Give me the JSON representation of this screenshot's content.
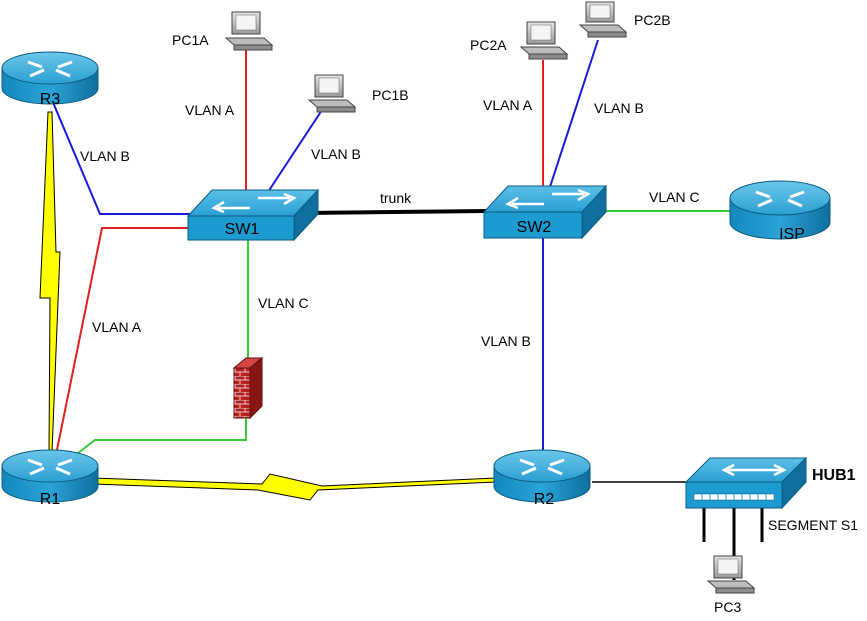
{
  "colors": {
    "vlan_a": "#e02020",
    "vlan_b": "#1a1ad6",
    "vlan_c": "#33cc33",
    "trunk": "#000000",
    "serial": "#ffff00",
    "device_fill": "#1c9bd0",
    "firewall": "#b22020"
  },
  "routers": {
    "r3": "R3",
    "r1": "R1",
    "r2": "R2",
    "isp": "ISP"
  },
  "switches": {
    "sw1": "SW1",
    "sw2": "SW2"
  },
  "hub": {
    "name": "HUB1",
    "segment": "SEGMENT S1"
  },
  "pcs": {
    "pc1a": "PC1A",
    "pc1b": "PC1B",
    "pc2a": "PC2A",
    "pc2b": "PC2B",
    "pc3": "PC3"
  },
  "link_labels": {
    "pc1a_sw1": "VLAN A",
    "pc1b_sw1": "VLAN B",
    "r3_sw1": "VLAN B",
    "r1_sw1": "VLAN A",
    "sw1_firewall": "VLAN C",
    "trunk": "trunk",
    "pc2a_sw2": "VLAN A",
    "pc2b_sw2": "VLAN B",
    "sw2_isp": "VLAN C",
    "sw2_r2": "VLAN B"
  },
  "icons": {
    "router": "router-icon",
    "switch": "switch-icon",
    "hub": "hub-icon",
    "pc": "pc-icon",
    "firewall": "firewall-icon",
    "serial_link": "lightning-serial-link"
  }
}
